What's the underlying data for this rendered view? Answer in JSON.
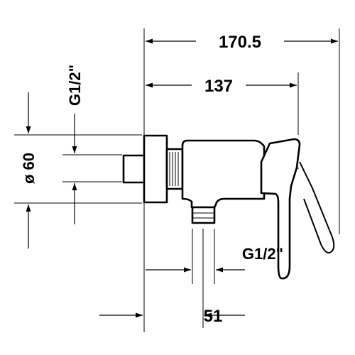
{
  "dimensions": {
    "overall_width": "170.5",
    "body_width": "137",
    "wall_diameter": "ø 60",
    "inlet_thread": "G1/2\"",
    "outlet_thread": "G1/2\"",
    "outlet_offset": "51"
  }
}
